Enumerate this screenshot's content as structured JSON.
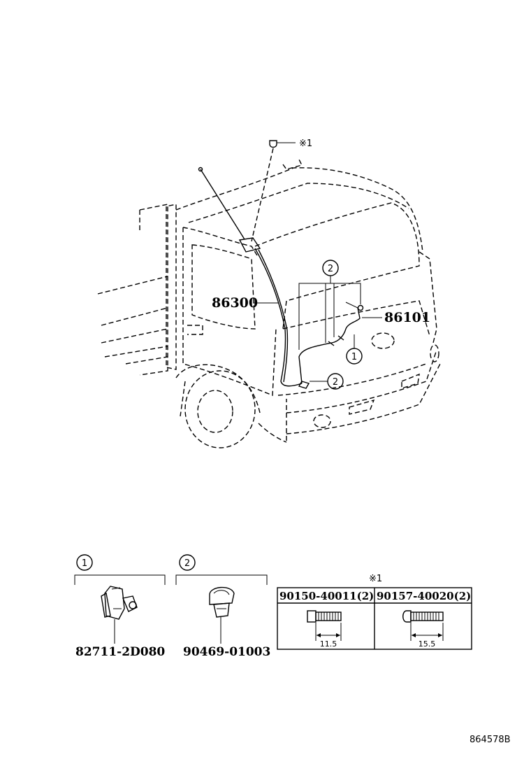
{
  "callouts": {
    "antenna_assy": "86300",
    "antenna_cord": "86101",
    "item1_label": "1",
    "item2_label": "2",
    "star_mark": "※1"
  },
  "legend": {
    "item1": {
      "number": "1",
      "part_no": "82711-2D080"
    },
    "item2": {
      "number": "2",
      "part_no": "90469-01003"
    }
  },
  "bolt_table": {
    "mark": "※1",
    "columns": [
      {
        "part_no": "90150-40011(2)",
        "dimension": "11.5"
      },
      {
        "part_no": "90157-40020(2)",
        "dimension": "15.5"
      }
    ]
  },
  "drawing_code": "864578B"
}
